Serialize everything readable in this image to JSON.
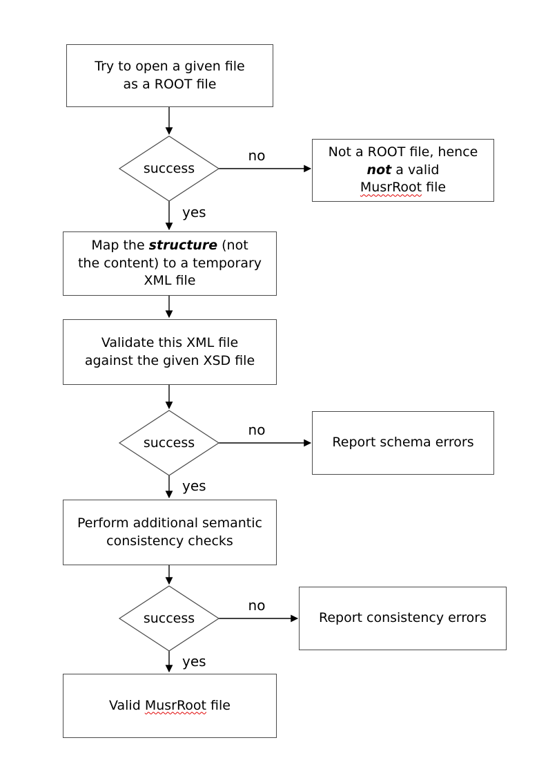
{
  "page": {
    "background": "#ffffff"
  },
  "colors": {
    "shape_stroke": "#4a4a4a",
    "arrow": "#000000",
    "text": "#000000",
    "spellcheck_underline": "#e00000"
  },
  "decision_label": "success",
  "edge_labels": {
    "no": "no",
    "yes": "yes"
  },
  "nodes": {
    "open_file": {
      "line1": "Try to open a given file",
      "line2": "as a ROOT file"
    },
    "not_root": {
      "line1": "Not a ROOT file, hence",
      "line2_emph": "not",
      "line2_rest": " a valid",
      "line3_word": "MusrRoot",
      "line3_rest": " file"
    },
    "map_structure": {
      "l1a": "Map the ",
      "l1_emph": "structure",
      "l1b": " (not",
      "line2": "the content) to a temporary",
      "line3": "XML file"
    },
    "validate": {
      "line1": "Validate this XML file",
      "line2": "against the given XSD file"
    },
    "report_schema": {
      "line1": "Report schema errors"
    },
    "semantic_checks": {
      "line1": "Perform additional semantic",
      "line2": "consistency checks"
    },
    "report_consistency": {
      "line1": "Report consistency errors"
    },
    "valid_file": {
      "prefix": "Valid ",
      "word": "MusrRoot",
      "suffix": " file"
    }
  }
}
